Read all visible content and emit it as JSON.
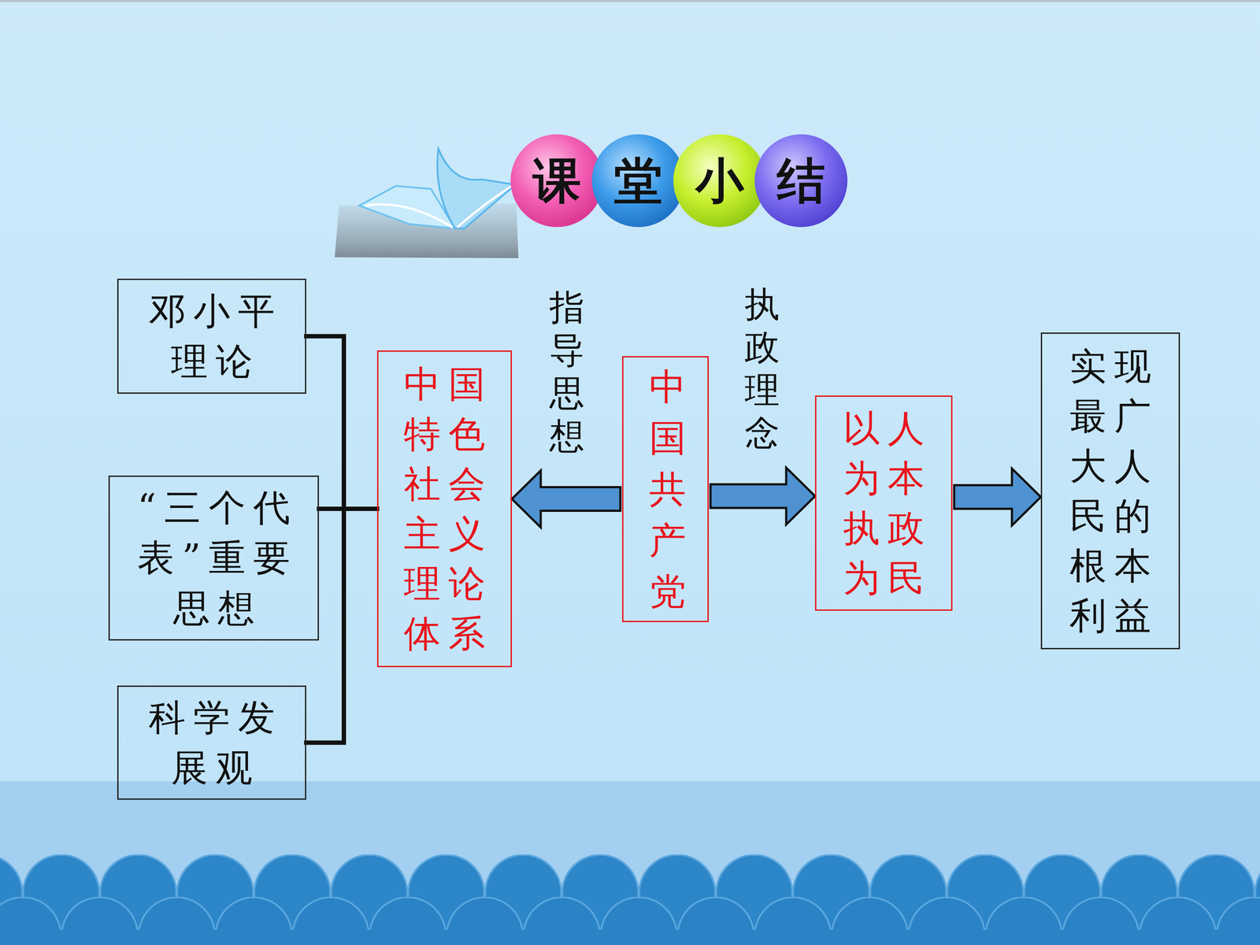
{
  "diagram": {
    "title": "课堂小结",
    "nodes": [
      {
        "text": [
          "邓小平 理论"
        ]
      },
      {
        "text": [
          "“三个代 表”重要 思想"
        ]
      },
      {
        "text": [
          "科学发 展观"
        ]
      },
      {
        "text": [
          "中国 特色 社会 主义 理论 体系"
        ]
      },
      {
        "text": [
          "中国共产党"
        ]
      },
      {
        "text": [
          "以人 为本 执政 为民"
        ]
      },
      {
        "text": [
          "实现 最广 大人 民的 根本 利益"
        ]
      }
    ],
    "edges": [
      {
        "from": 0,
        "to": 3,
        "arrow": "none"
      },
      {
        "from": 1,
        "to": 3,
        "arrow": "none"
      },
      {
        "from": 2,
        "to": 3,
        "arrow": "none"
      },
      {
        "from": 4,
        "to": 3,
        "label": "指导思想",
        "arrow": "to"
      },
      {
        "from": 4,
        "to": 5,
        "label": "执政理念",
        "arrow": "to"
      },
      {
        "from": 5,
        "to": 6,
        "arrow": "to"
      }
    ]
  }
}
